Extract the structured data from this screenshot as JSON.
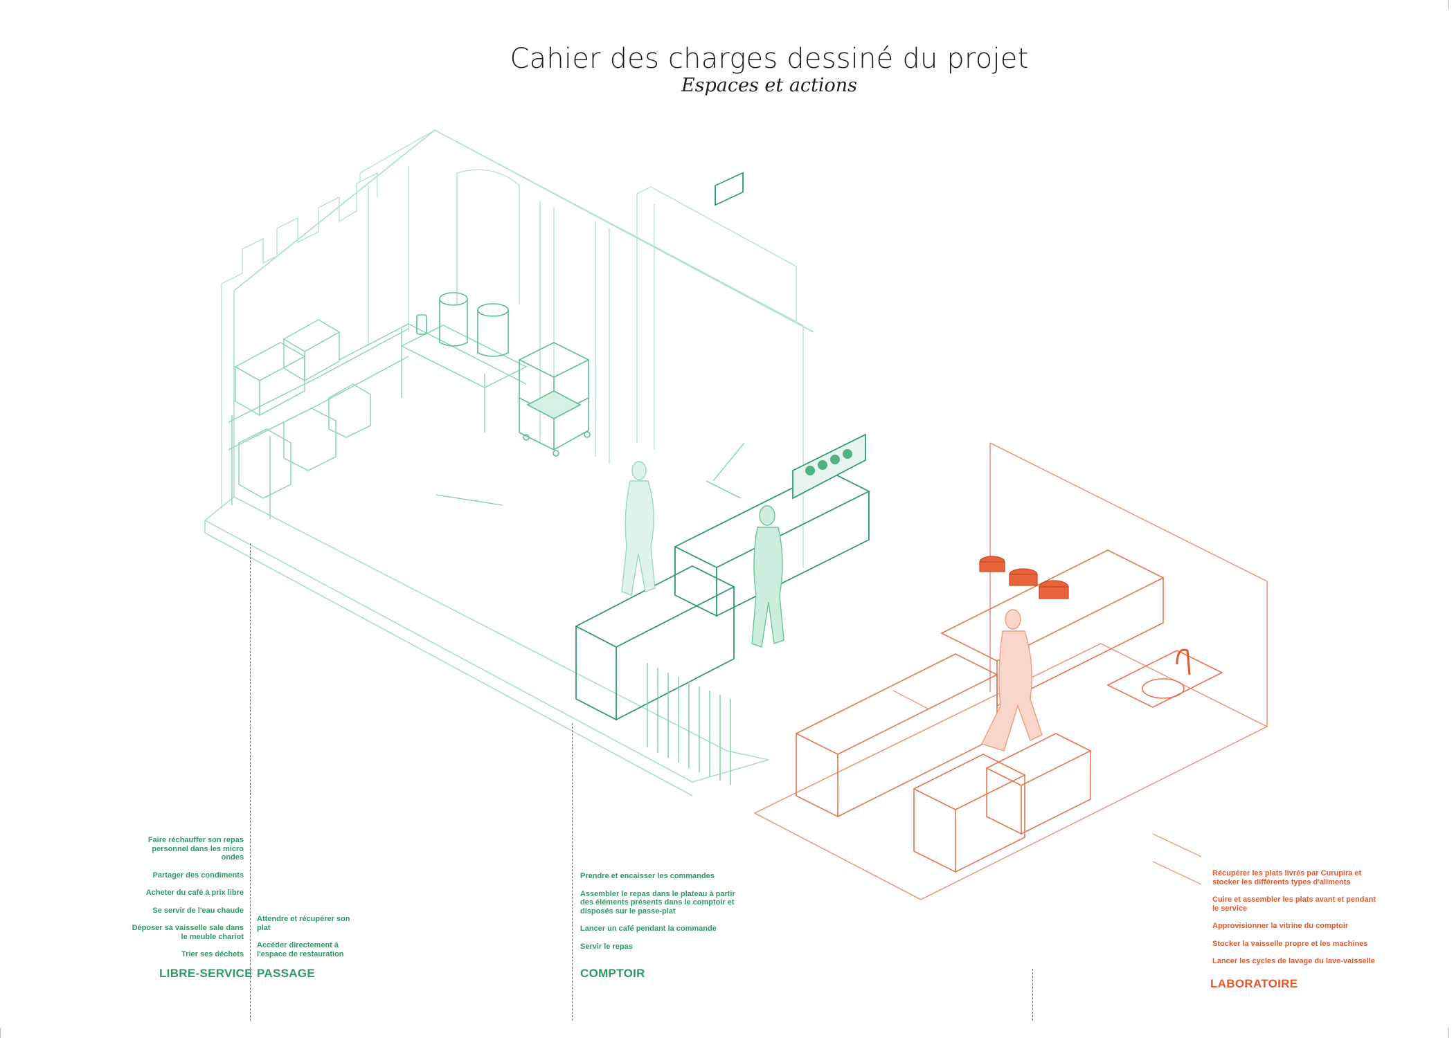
{
  "header": {
    "title": "Cahier des charges dessiné du projet",
    "subtitle": "Espaces et actions"
  },
  "colors": {
    "green": "#2d9a66",
    "green_line": "#7fd0a8",
    "orange": "#e4582c",
    "orange_line": "#ef9a7e",
    "dark": "#1e1e1e"
  },
  "zones": [
    {
      "id": "libre_service",
      "label": "LIBRE-SERVICE",
      "actions": [
        "Faire réchauffer son repas personnel dans les micro ondes",
        "Partager des condiments",
        "Acheter du café à prix libre",
        "Se servir de l'eau chaude",
        "Déposer sa vaisselle sale dans le meuble chariot",
        "Trier ses déchets"
      ]
    },
    {
      "id": "passage",
      "label": "PASSAGE",
      "actions": [
        "Attendre et récupérer son plat",
        "Accéder directement à l'espace de restauration"
      ]
    },
    {
      "id": "comptoir",
      "label": "COMPTOIR",
      "actions": [
        "Prendre et encaisser les commandes",
        "Assembler le repas dans le plateau à partir des éléments présents dans le comptoir et disposés sur le passe-plat",
        "Lancer un café pendant la commande",
        "Servir le repas"
      ]
    },
    {
      "id": "laboratoire",
      "label": "LABORATOIRE",
      "actions": [
        "Récupérer les plats livrés par Curupira et stocker les différents types d'aliments",
        "Cuire et assembler les plats avant et pendant le service",
        "Approvisionner la vitrine du comptoir",
        "Stocker la vaisselle propre et les machines",
        "Lancer les cycles de lavage du lave-vaisselle"
      ]
    }
  ]
}
